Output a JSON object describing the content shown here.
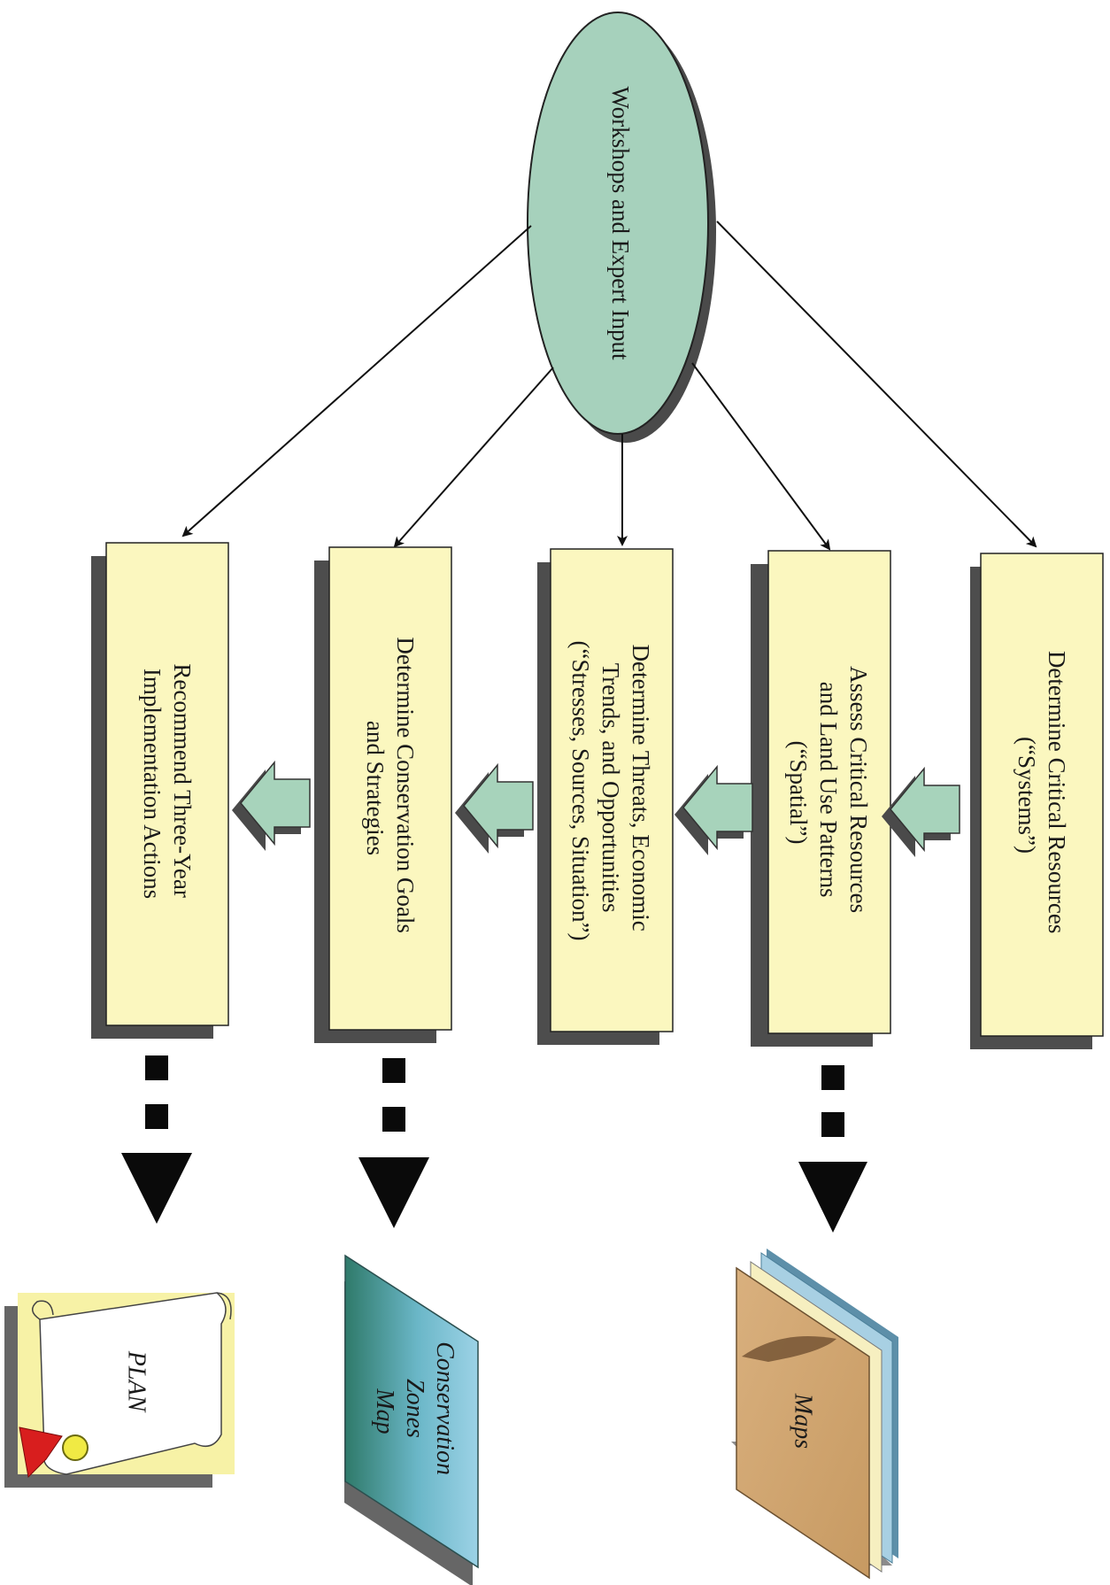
{
  "colors": {
    "oval_fill": "#a6d1bc",
    "box_fill": "#fbf7bf",
    "arrow_fill": "#a7d3bb",
    "shadow": "#5a5a5a",
    "ink": "#111111"
  },
  "oval": {
    "label": "Workshops and Expert Input"
  },
  "steps": [
    {
      "lines": [
        "Determine Critical Resources",
        "(“Systems”)"
      ]
    },
    {
      "lines": [
        "Assess Critical Resources",
        "and Land Use Patterns",
        "(“Spatial”)"
      ]
    },
    {
      "lines": [
        "Determine Threats, Economic",
        "Trends, and Opportunities",
        "(“Stresses, Sources, Situation”)"
      ]
    },
    {
      "lines": [
        "Determine Conservation Goals",
        "and Strategies"
      ]
    },
    {
      "lines": [
        "Recommend Three-Year",
        "Implementation Actions"
      ]
    }
  ],
  "outputs": {
    "maps": {
      "label": "Maps",
      "icon": "stacked-maps-icon"
    },
    "zones": {
      "lines": [
        "Conservation",
        "Zones",
        "Map"
      ],
      "icon": "zones-map-icon"
    },
    "plan": {
      "label": "PLAN",
      "icon": "scroll-plan-icon"
    }
  }
}
